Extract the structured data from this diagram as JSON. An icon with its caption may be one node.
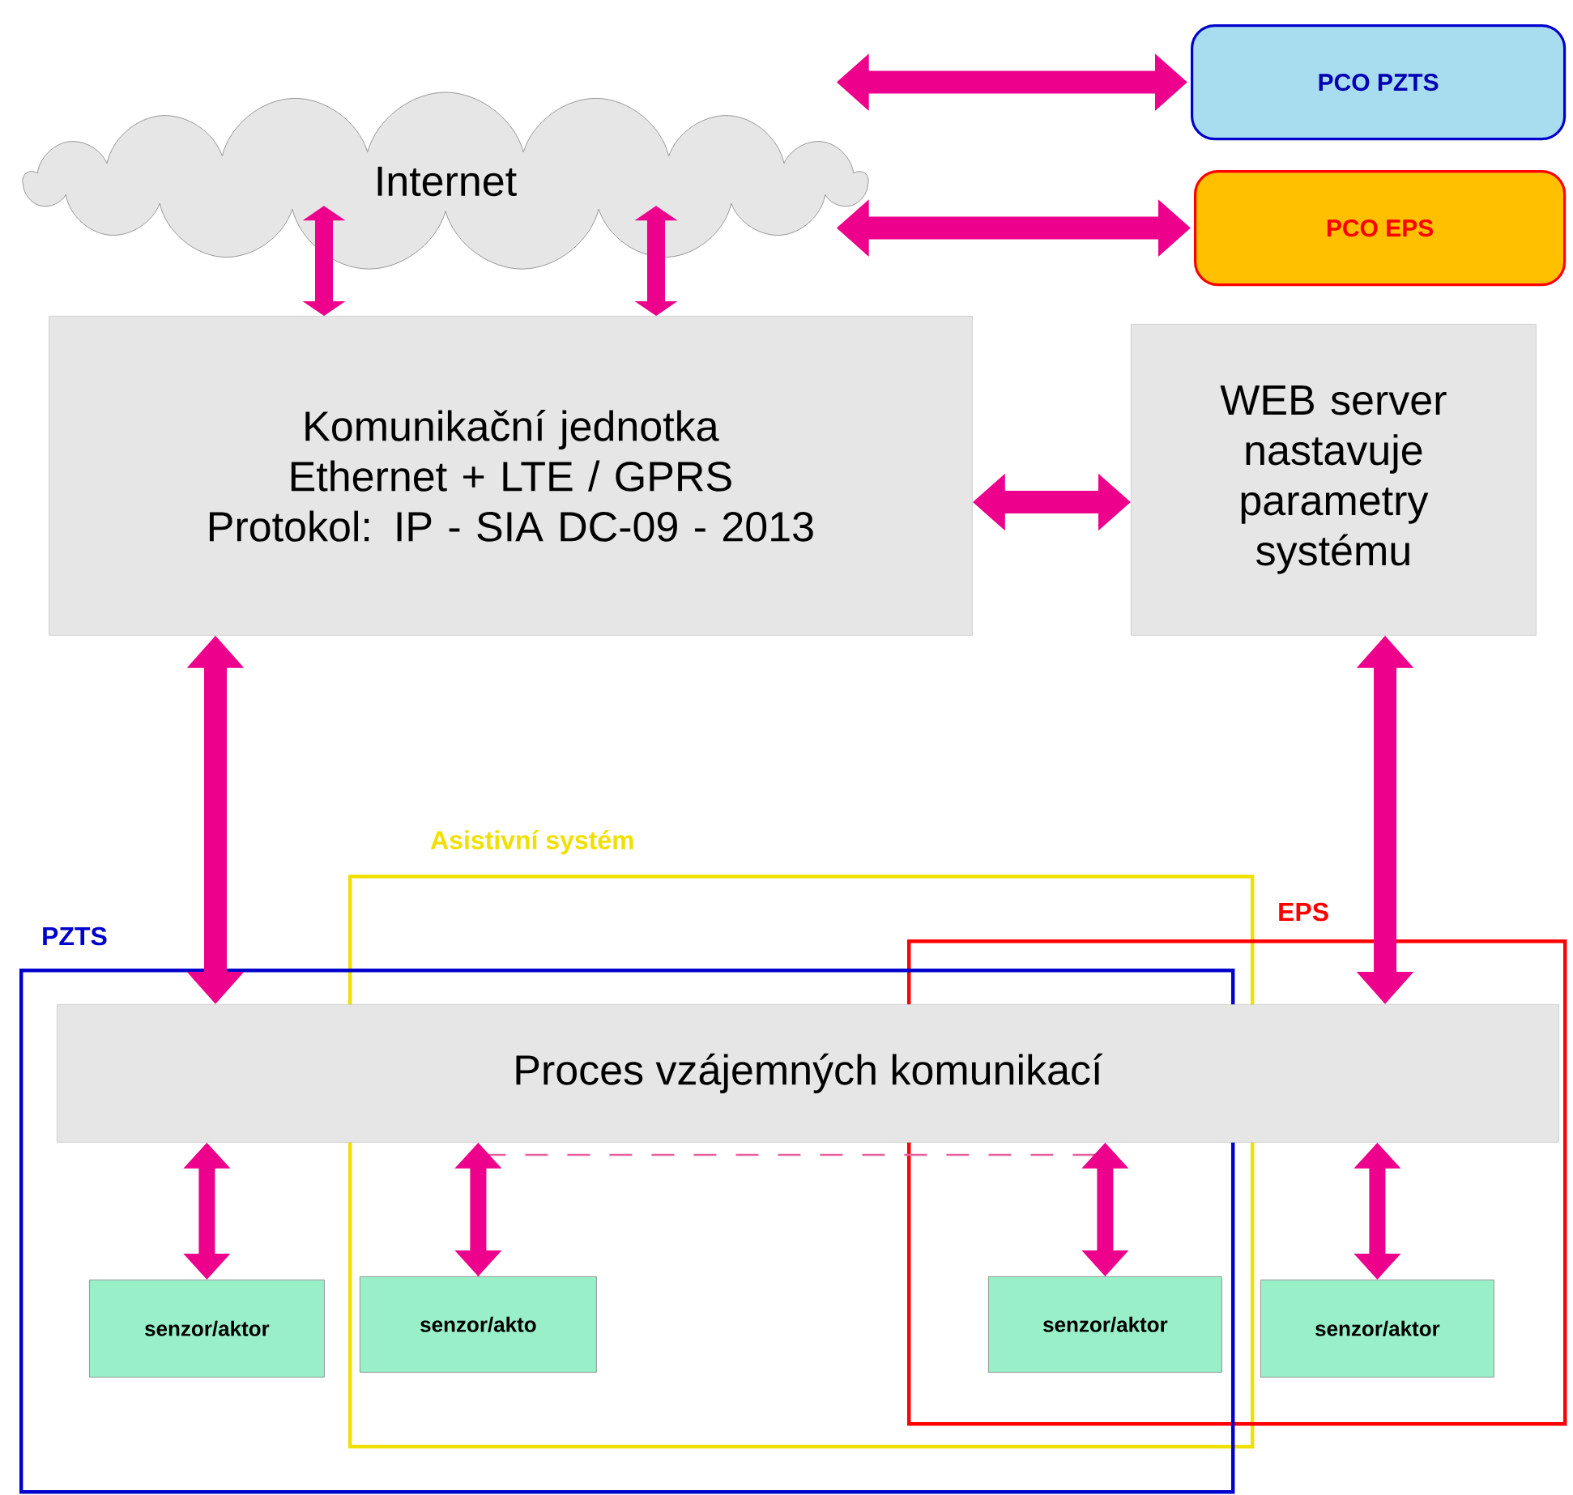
{
  "diagram": {
    "nodes": [
      {
        "text": [
          "Internet"
        ]
      },
      {
        "text": [
          "PCO PZTS"
        ]
      },
      {
        "text": [
          "PCO EPS"
        ]
      },
      {
        "text": [
          "Komunikační jednotka",
          "Ethernet + LTE / GPRS",
          "Protokol:  IP - SIA DC-09 - 2013"
        ]
      },
      {
        "text": [
          "WEB server nastavuje parametry systému"
        ]
      },
      {
        "text": [
          "Asistivní systém"
        ]
      },
      {
        "text": [
          "EPS"
        ]
      },
      {
        "text": [
          "PZTS"
        ]
      },
      {
        "text": [
          "Proces vzájemných komunikací"
        ]
      },
      {
        "text": [
          "senzor/aktor"
        ],
        "in": 7
      },
      {
        "text": [
          "senzor/akto"
        ],
        "in": 5
      },
      {
        "text": [
          "senzor/aktor"
        ]
      },
      {
        "text": [
          "senzor/aktor"
        ],
        "in": 6
      }
    ],
    "edges": [
      {
        "from": 0,
        "to": 1,
        "arrow": "both"
      },
      {
        "from": 0,
        "to": 2,
        "arrow": "both"
      },
      {
        "from": 0,
        "to": 3,
        "arrow": "both"
      },
      {
        "from": 0,
        "to": 3,
        "arrow": "both"
      },
      {
        "from": 3,
        "to": 4,
        "arrow": "both"
      },
      {
        "from": 3,
        "to": 8,
        "arrow": "both"
      },
      {
        "from": 4,
        "to": 8,
        "arrow": "both"
      },
      {
        "from": 8,
        "to": 9,
        "arrow": "both"
      },
      {
        "from": 8,
        "to": 10,
        "arrow": "both"
      },
      {
        "from": 8,
        "to": 11,
        "arrow": "both"
      },
      {
        "from": 8,
        "to": 12,
        "arrow": "both"
      },
      {
        "from": 10,
        "to": 11,
        "arrow": "none",
        "style": "dashed",
        "color": "#e8609c"
      }
    ]
  }
}
